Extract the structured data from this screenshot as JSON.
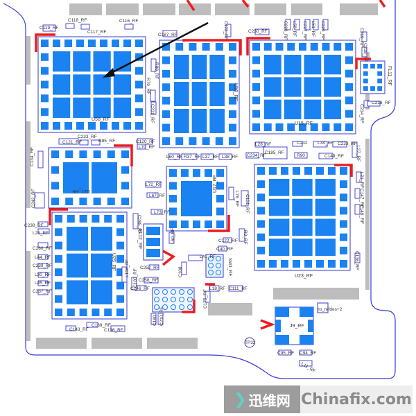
{
  "colors": {
    "pad": "#1b82f2",
    "outline": "#3535d0",
    "board": "#3a3ad6",
    "mark": "#ee1c1c",
    "gray": "#bdbdbd",
    "arrow": "#111111"
  },
  "chips": [
    {
      "id": "U58",
      "label": "U58_RF"
    },
    {
      "id": "U10",
      "label": "U10_RF"
    },
    {
      "id": "U15",
      "label": "U15_RF"
    },
    {
      "id": "FL11",
      "label": "FL11_RF"
    },
    {
      "id": "U27",
      "label": "U27_RF"
    },
    {
      "id": "U17",
      "label": "U17_RF"
    },
    {
      "id": "U23",
      "label": "U23_RF"
    },
    {
      "id": "U25",
      "label": "U25_RF"
    },
    {
      "id": "FL12",
      "label": "FL12_RF"
    },
    {
      "id": "J9",
      "label": "J9_RF"
    }
  ],
  "switch": {
    "label": "SW1_RF"
  },
  "test_point": {
    "label": "TP32"
  },
  "no_refdes": {
    "label": "no_refdes+2"
  },
  "passives": [
    "C119_RF",
    "C118_RF",
    "C117_RF",
    "C116_RF",
    "C187_RF",
    "C121_RF",
    "C233_RF",
    "R85_RF",
    "C120_RF",
    "L70_RF",
    "L72_RF",
    "L67_RF",
    "L73_RF",
    "C285_RF",
    "C252_RF",
    "C258_RF",
    "C246_RF",
    "C108",
    "L41_RF",
    "C122_RF",
    "C40_RF",
    "C111_RF",
    "L18_RF",
    "C175_RF",
    "L60_RF",
    "L106_RF",
    "C100_RF",
    "C210_RF",
    "C180",
    "C136_RF",
    "C139_RF",
    "C143_RF",
    "L25_RF",
    "C280_RF",
    "L44_RF",
    "C239_RF",
    "L30_RF",
    "L45_RF",
    "C237_RF",
    "C238_RF",
    "C242_RF",
    "C134_RF",
    "C230_RF",
    "C228_RF",
    "L58_RF",
    "C227_RF",
    "L51_RF",
    "C229_RF",
    "C219_RF",
    "C218_RF",
    "C214_RF",
    "C216_RF",
    "L28_RF",
    "C185_RF",
    "C232",
    "L34_RF",
    "C233_RF",
    "R90",
    "C149_RF",
    "C234_RF",
    "L27_RF",
    "L21_RF",
    "C147_RF",
    "C146_RF",
    "C136_RF",
    "R37_RF",
    "L37_RF",
    "L38_RF",
    "L60_RF",
    "C95_RF",
    "C94_RF",
    "L11_RF",
    "R79_RF",
    "C231_RF",
    "R80_RF",
    "C172_RF",
    "L76_RF",
    "C151_RF",
    "R0_RF"
  ],
  "watermark": {
    "cn": "迅维网",
    "en": "Chinafix.com"
  }
}
